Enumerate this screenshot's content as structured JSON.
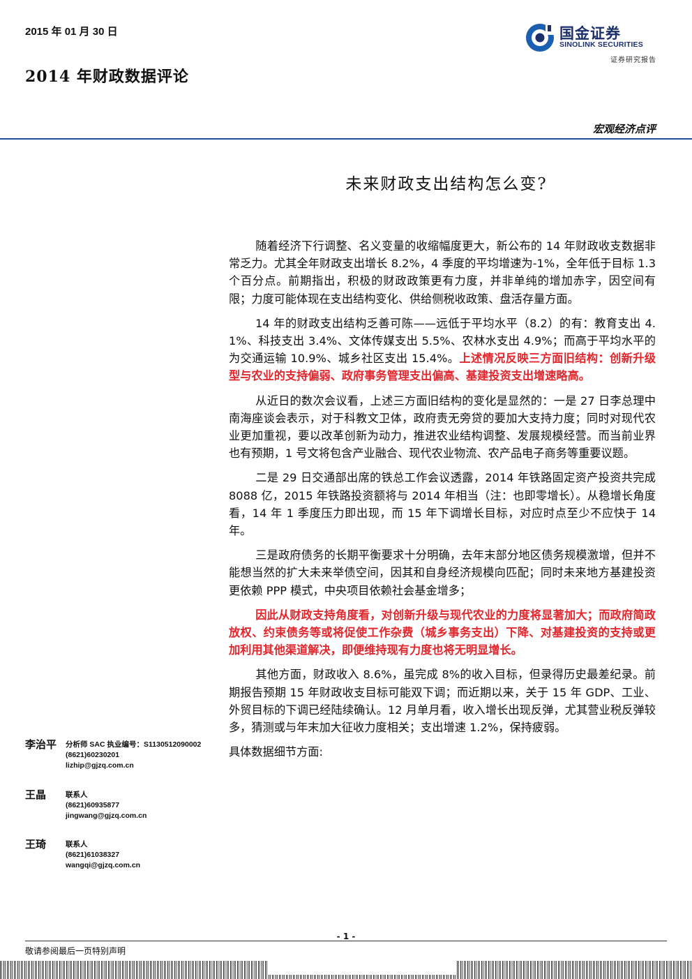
{
  "header": {
    "date": "2015 年 01 月 30 日",
    "title": "2014 年财政数据评论",
    "category": "宏观经济点评"
  },
  "logo": {
    "name_cn": "国金证券",
    "name_en": "SINOLINK SECURITIES",
    "sub": "证券研究报告",
    "brand_color": "#1b2f6e"
  },
  "headline": "未来财政支出结构怎么变?",
  "paragraphs": [
    {
      "text": "随着经济下行调整、名义变量的收缩幅度更大，新公布的 14 年财政收支数据非常乏力。尤其全年财政支出增长 8.2%，4 季度的平均增速为-1%，全年低于目标 1.3 个百分点。前期指出，积极的财政政策更有力度，并非单纯的增加赤字，因空间有限；力度可能体现在支出结构变化、供给侧税收政策、盘活存量方面。",
      "red": ""
    },
    {
      "text": "14 年的财政支出结构乏善可陈——远低于平均水平（8.2）的有：教育支出 4.1%、科技支出 3.4%、文体传媒支出 5.5%、农林水支出 4.9%；而高于平均水平的为交通运输 10.9%、城乡社区支出 15.4%。",
      "red": "上述情况反映三方面旧结构：创新升级型与农业的支持偏弱、政府事务管理支出偏高、基建投资支出增速略高。"
    },
    {
      "text": "从近日的数次会议看，上述三方面旧结构的变化是显然的：一是 27 日李总理中南海座谈会表示，对于科教文卫体，政府责无旁贷的要加大支持力度；同时对现代农业更加重视，要以改革创新为动力，推进农业结构调整、发展规模经营。而当前业界也有预期，1 号文将包含产业融合、现代农业物流、农产品电子商务等重要议题。",
      "red": ""
    },
    {
      "text": "二是 29 日交通部出席的铁总工作会议透露，2014 年铁路固定资产投资共完成 8088 亿，2015 年铁路投资额将与 2014 年相当（注：也即零增长）。从稳增长角度看，14 年 1 季度压力即出现，而 15 年下调增长目标，对应时点至少不应快于 14 年。",
      "red": ""
    },
    {
      "text": "三是政府债务的长期平衡要求十分明确，去年末部分地区债务规模激增，但并不能想当然的扩大未来举债空间，因其和自身经济规模向匹配；同时未来地方基建投资更依赖 PPP 模式，中央项目依赖社会基金增多；",
      "red": ""
    },
    {
      "text": "",
      "red": "因此从财政支持角度看，对创新升级与现代农业的力度将显著加大；而政府简政放权、约束债务等或将促使工作杂费（城乡事务支出）下降、对基建投资的支持或更加利用其他渠道解决，即便维持现有力度也将无明显增长。"
    },
    {
      "text": "其他方面，财政收入 8.6%，虽完成 8%的收入目标，但录得历史最差纪录。前期报告预期 15 年财政收支目标可能双下调；而近期以来，关于 15 年 GDP、工业、外贸目标的下调已经陆续确认。12 月单月看，收入增长出现反弹，尤其营业税反弹较多，猜测或与年末加大征收力度相关；支出增速 1.2%，保持疲弱。",
      "red": ""
    },
    {
      "text": "具体数据细节方面:",
      "red": "",
      "noindent": true
    }
  ],
  "analysts": [
    {
      "name": "李治平",
      "role": "分析师 SAC 执业编号：S1130512090002",
      "phone": "(8621)60230201",
      "email": "lizhip@gjzq.com.cn"
    },
    {
      "name": "王晶",
      "role": "联系人",
      "phone": "(8621)60935877",
      "email": "jingwang@gjzq.com.cn"
    },
    {
      "name": "王琦",
      "role": "联系人",
      "phone": "(8621)61038327",
      "email": "wangqi@gjzq.com.cn"
    }
  ],
  "footer": {
    "page_number": "- 1 -",
    "disclaimer": "敬请参阅最后一页特别声明"
  }
}
